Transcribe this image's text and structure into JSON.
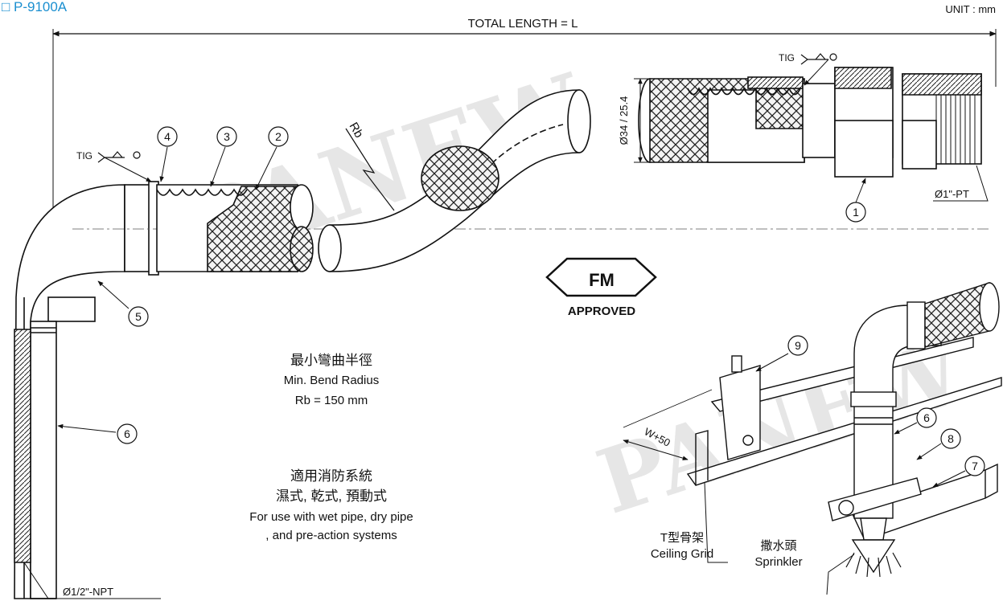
{
  "model": "□ P-9100A",
  "unit": "UNIT : mm",
  "total_length": "TOTAL LENGTH = L",
  "watermark": "PANEW",
  "weld": {
    "left": "TIG",
    "right": "TIG"
  },
  "bend_label": "Rb",
  "diameter": "Ø34 / 25.4",
  "thread_right": "Ø1\"-PT",
  "thread_bottom": "Ø1/2\"-NPT",
  "parts": [
    "1",
    "2",
    "3",
    "4",
    "5",
    "6",
    "7",
    "8",
    "9"
  ],
  "approval": {
    "badge": "FM",
    "text": "APPROVED"
  },
  "bend_radius": {
    "zh": "最小彎曲半徑",
    "en": "Min. Bend Radius",
    "value": "Rb = 150 mm"
  },
  "systems": {
    "zh1": "適用消防系統",
    "zh2": "濕式, 乾式, 預動式",
    "en1": "For use with wet pipe, dry pipe",
    "en2": ", and pre-action systems"
  },
  "install": {
    "width": "W+50",
    "grid_zh": "T型骨架",
    "grid_en": "Ceiling Grid",
    "sprinkler_zh": "撒水頭",
    "sprinkler_en": "Sprinkler"
  }
}
